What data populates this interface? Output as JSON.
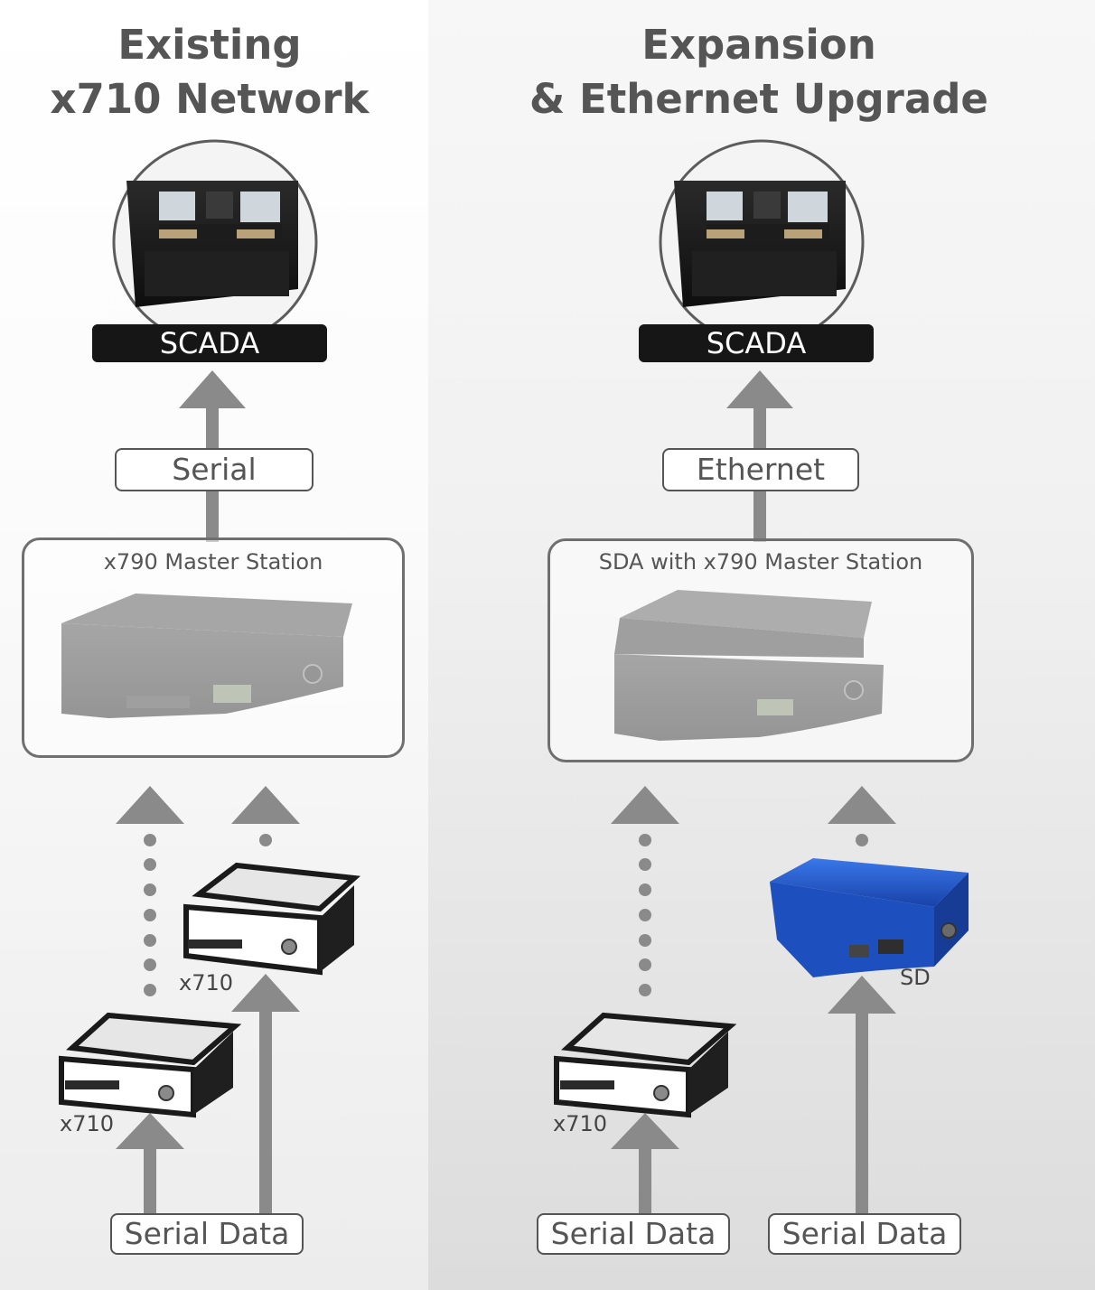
{
  "left": {
    "heading_line1": "Existing",
    "heading_line2": "x710 Network",
    "scada_label": "SCADA",
    "link_label": "Serial",
    "station_label": "x790 Master Station",
    "device_label_upper": "x710",
    "device_label_lower": "x710",
    "input_label": "Serial Data"
  },
  "right": {
    "heading_line1": "Expansion",
    "heading_line2": "& Ethernet Upgrade",
    "scada_label": "SCADA",
    "link_label": "Ethernet",
    "station_label": "SDA with x790 Master Station",
    "device_label_left": "x710",
    "device_label_right": "SD",
    "input_label_left": "Serial Data",
    "input_label_right": "Serial Data"
  },
  "colors": {
    "arrow": "#8a8a8a",
    "label_text": "#555555",
    "scada_bar": "#161616",
    "sd_device": "#1f56c8"
  }
}
